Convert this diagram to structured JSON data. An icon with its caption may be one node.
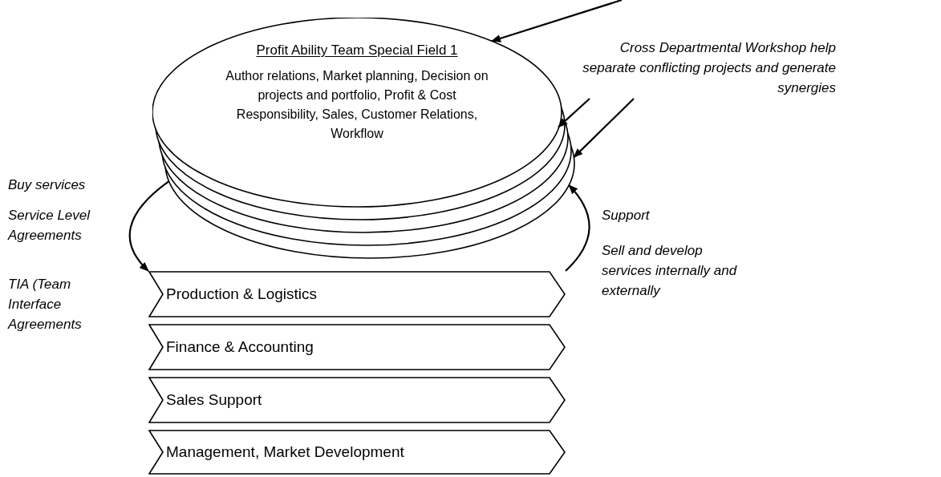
{
  "diagram": {
    "nodes": [
      {
        "text": [
          "Profit Ability Team Special Field 1",
          "Author relations, Market planning, Decision on projects and portfolio, Profit & Cost Responsibility, Sales, Customer Relations, Workflow"
        ]
      },
      {
        "text": [
          "Production & Logistics"
        ]
      },
      {
        "text": [
          "Finance & Accounting"
        ]
      },
      {
        "text": [
          "Sales Support"
        ]
      },
      {
        "text": [
          "Management, Market Development"
        ]
      },
      {
        "text": [
          "Cross Departmental Workshop help separate conflicting projects and generate synergies"
        ]
      }
    ],
    "edges": [
      {
        "from": null,
        "to": 0,
        "arrow": "to"
      },
      {
        "from": 5,
        "to": 0,
        "arrow": "to"
      },
      {
        "from": 5,
        "to": 0,
        "arrow": "to"
      },
      {
        "from": 0,
        "to": 1,
        "arrow": "to"
      },
      {
        "from": 1,
        "to": 0,
        "arrow": "to"
      }
    ],
    "labels": [
      "Buy services",
      "Service Level Agreements",
      "TIA (Team Interface Agreements",
      "Support",
      "Sell and develop services internally and externally"
    ]
  }
}
